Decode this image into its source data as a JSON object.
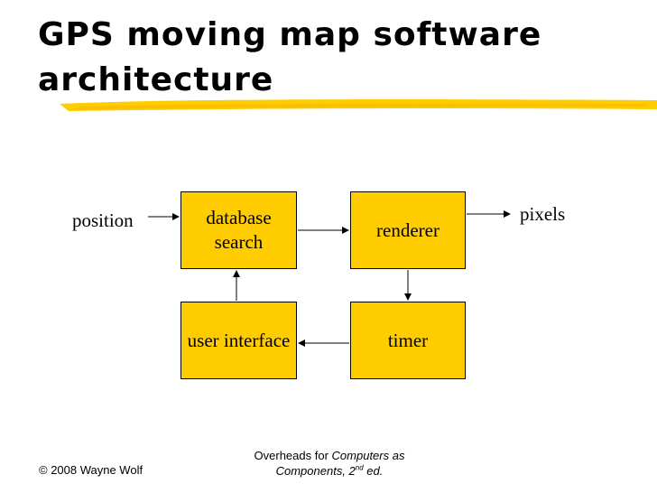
{
  "slide": {
    "title": "GPS moving map software architecture",
    "accent_color": "#FFCC00"
  },
  "diagram": {
    "blocks": {
      "database_search": "database search",
      "renderer": "renderer",
      "user_interface": "user interface",
      "timer": "timer"
    },
    "labels": {
      "input": "position",
      "output": "pixels"
    }
  },
  "footer": {
    "copyright": "© 2008 Wayne Wolf",
    "overheads_prefix": "Overheads for ",
    "overheads_book": "Computers as Components, 2",
    "edition_sup": "nd",
    "overheads_suffix": " ed."
  }
}
